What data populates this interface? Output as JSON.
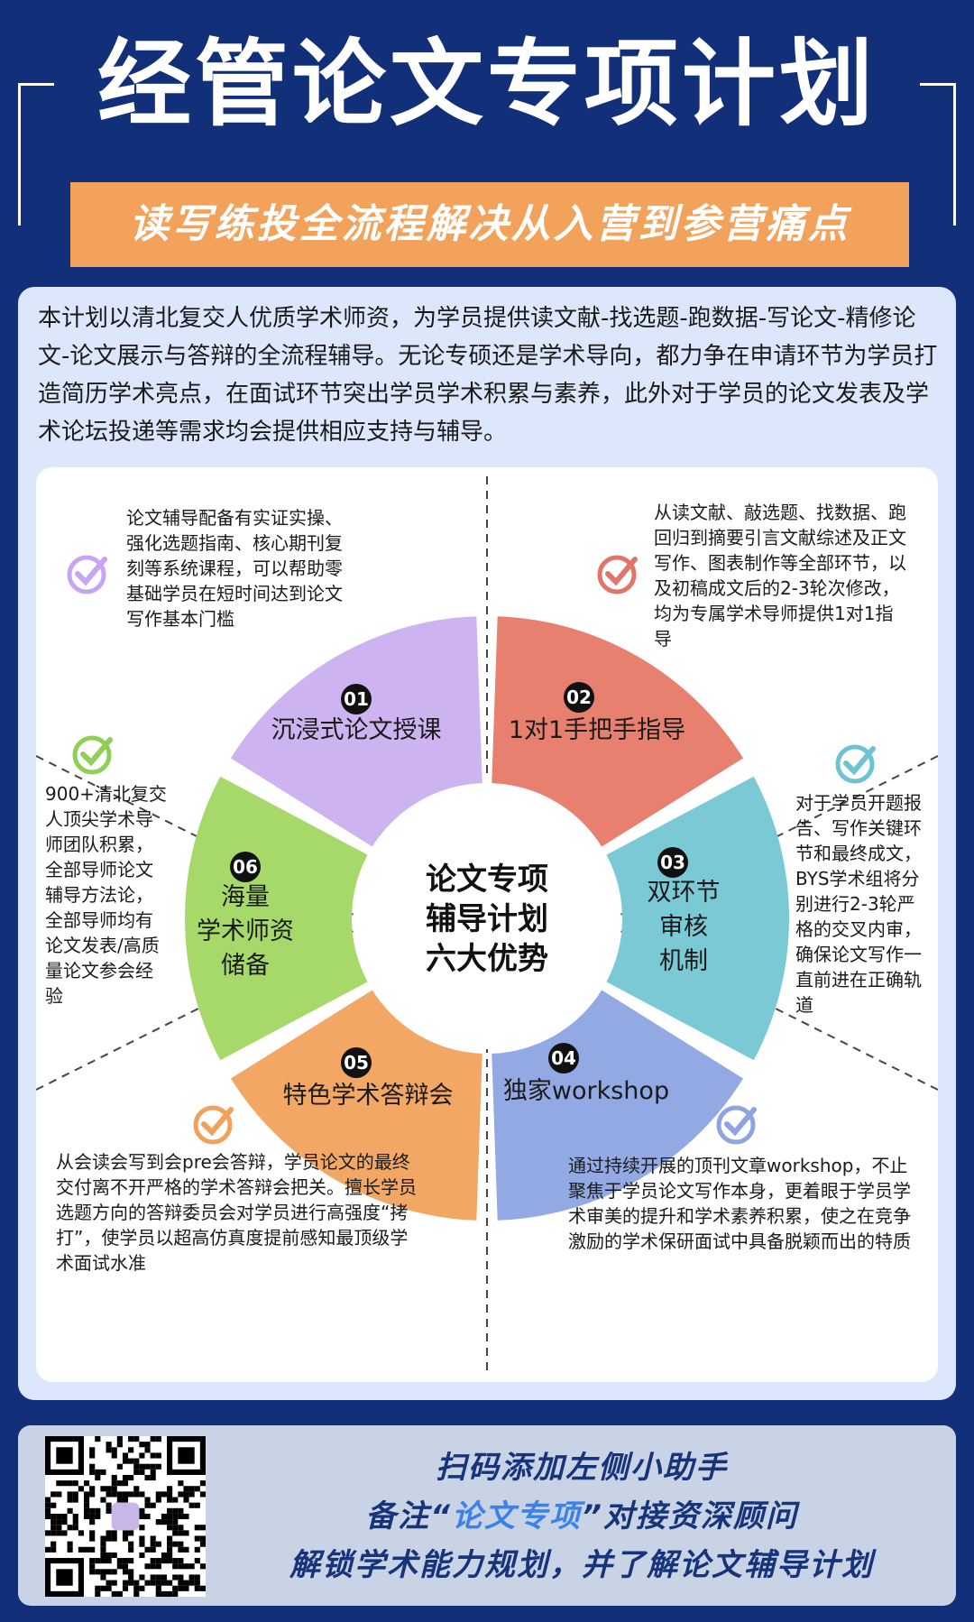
{
  "header": {
    "title": "经管论文专项计划",
    "subtitle": "读写练投全流程解决从入营到参营痛点"
  },
  "intro": "本计划以清北复交人优质学术师资，为学员提供读文献-找选题-跑数据-写论文-精修论文-论文展示与答辩的全流程辅导。无论专硕还是学术导向，都力争在申请环节为学员打造简历学术亮点，在面试环节突出学员学术积累与素养，此外对于学员的论文发表及学术论坛投递等需求均会提供相应支持与辅导。",
  "center": {
    "line1": "论文专项",
    "line2": "辅导计划",
    "line3": "六大优势"
  },
  "segments": [
    {
      "num": "01",
      "label": "沉浸式论文授课",
      "color": "#cdb4f0",
      "check_color": "#c7a6ef",
      "desc": "论文辅导配备有实证实操、强化选题指南、核心期刊复刻等系统课程，可以帮助零基础学员在短时间达到论文写作基本门槛"
    },
    {
      "num": "02",
      "label": "1对1手把手指导",
      "color": "#e8806f",
      "check_color": "#e2756a",
      "desc": "从读文献、敲选题、找数据、跑回归到摘要引言文献综述及正文写作、图表制作等全部环节，以及初稿成文后的2-3轮次修改，均为专属学术导师提供1对1指导"
    },
    {
      "num": "03",
      "label_lines": [
        "双环节",
        "审核",
        "机制"
      ],
      "color": "#7cc9d6",
      "check_color": "#6ec3d1",
      "desc": "对于学员开题报告、写作关键环节和最终成文，BYS学术组将分别进行2-3轮严格的交叉内审，确保论文写作一直前进在正确轨道"
    },
    {
      "num": "04",
      "label": "独家workshop",
      "color": "#93a9e4",
      "check_color": "#8ea3e0",
      "desc": "通过持续开展的顶刊文章workshop，不止聚焦于学员论文写作本身，更着眼于学员学术审美的提升和学术素养积累，使之在竞争激励的学术保研面试中具备脱颖而出的特质"
    },
    {
      "num": "05",
      "label": "特色学术答辩会",
      "color": "#f2a764",
      "check_color": "#f2a05a",
      "desc": "从会读会写到会pre会答辩，学员论文的最终交付离不开严格的学术答辩会把关。擅长学员选题方向的答辩委员会对学员进行高强度“拷打”，使学员以超高仿真度提前感知最顶级学术面试水准"
    },
    {
      "num": "06",
      "label_lines": [
        "海量",
        "学术师资",
        "储备"
      ],
      "color": "#a7d86a",
      "check_color": "#8ecf55",
      "desc": "900+清北复交人顶尖学术导师团队积累，全部导师论文辅导方法论，全部导师均有论文发表/高质量论文参会经验"
    }
  ],
  "footer": {
    "line1": "扫码添加左侧小助手",
    "line2_pre": "备注“",
    "line2_hl": "论文专项",
    "line2_post": "”对接资深顾问",
    "line3": "解锁学术能力规划，并了解论文辅导计划"
  },
  "colors": {
    "background": "#12307a",
    "accent_orange": "#f2a25a",
    "card": "#dce7fb",
    "highlight": "#3a82e8"
  }
}
